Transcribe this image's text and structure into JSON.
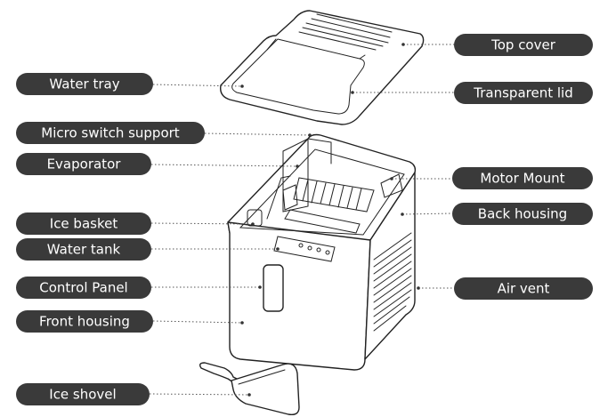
{
  "labels": {
    "top_cover": "Top cover",
    "water_tray": "Water tray",
    "transparent_lid": "Transparent lid",
    "micro_switch_support": "Micro switch support",
    "evaporator": "Evaporator",
    "motor_mount": "Motor Mount",
    "ice_basket": "Ice basket",
    "back_housing": "Back housing",
    "water_tank": "Water tank",
    "control_panel": "Control Panel",
    "air_vent": "Air vent",
    "front_housing": "Front housing",
    "ice_shovel": "Ice shovel"
  },
  "colors": {
    "label_bg": "#3a3a3a",
    "label_text": "#ffffff",
    "line_art": "#222222"
  }
}
